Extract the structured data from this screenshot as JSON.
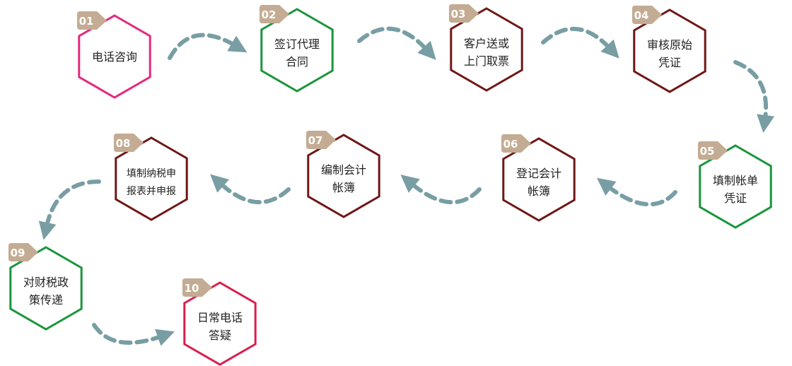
{
  "colors": {
    "badge": "#c3ac93",
    "arrow": "#789ea4",
    "pink": "#e5287d",
    "green": "#1a953c",
    "maroon": "#6e1717",
    "crimson": "#da1e4c"
  },
  "steps": [
    {
      "num": "01",
      "line1": "电话咨询",
      "line2": "",
      "color": "#e5287d"
    },
    {
      "num": "02",
      "line1": "签订代理",
      "line2": "合同",
      "color": "#1a953c"
    },
    {
      "num": "03",
      "line1": "客户送或",
      "line2": "上门取票",
      "color": "#6e1717"
    },
    {
      "num": "04",
      "line1": "审核原始",
      "line2": "凭证",
      "color": "#6e1717"
    },
    {
      "num": "05",
      "line1": "填制帐单",
      "line2": "凭证",
      "color": "#1a953c"
    },
    {
      "num": "06",
      "line1": "登记会计",
      "line2": "帐簿",
      "color": "#6e1717"
    },
    {
      "num": "07",
      "line1": "编制会计",
      "line2": "帐簿",
      "color": "#6e1717"
    },
    {
      "num": "08",
      "line1": "填制纳税申",
      "line2": "报表并申报",
      "color": "#6e1717"
    },
    {
      "num": "09",
      "line1": "对财税政",
      "line2": "策传递",
      "color": "#1a953c"
    },
    {
      "num": "10",
      "line1": "日常电话",
      "line2": "答疑",
      "color": "#da1e4c"
    }
  ]
}
